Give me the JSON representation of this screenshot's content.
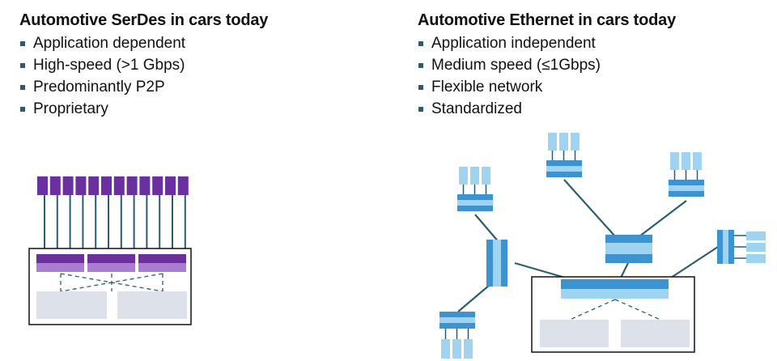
{
  "serdes": {
    "title": "Automotive SerDes in cars today",
    "bullets": [
      "Application dependent",
      "High-speed (>1 Gbps)",
      "Predominantly P2P",
      "Proprietary"
    ]
  },
  "ethernet": {
    "title": "Automotive Ethernet in cars today",
    "bullets": [
      "Application independent",
      "Medium speed (≤1Gbps)",
      "Flexible network",
      "Standardized"
    ]
  },
  "colors": {
    "serdes_dark": "#6b2fa0",
    "serdes_light": "#a97dd0",
    "eth_dark": "#3d93cf",
    "eth_light": "#9fd3ef",
    "link": "#2b5d70",
    "box_fill": "#dde2ea"
  }
}
